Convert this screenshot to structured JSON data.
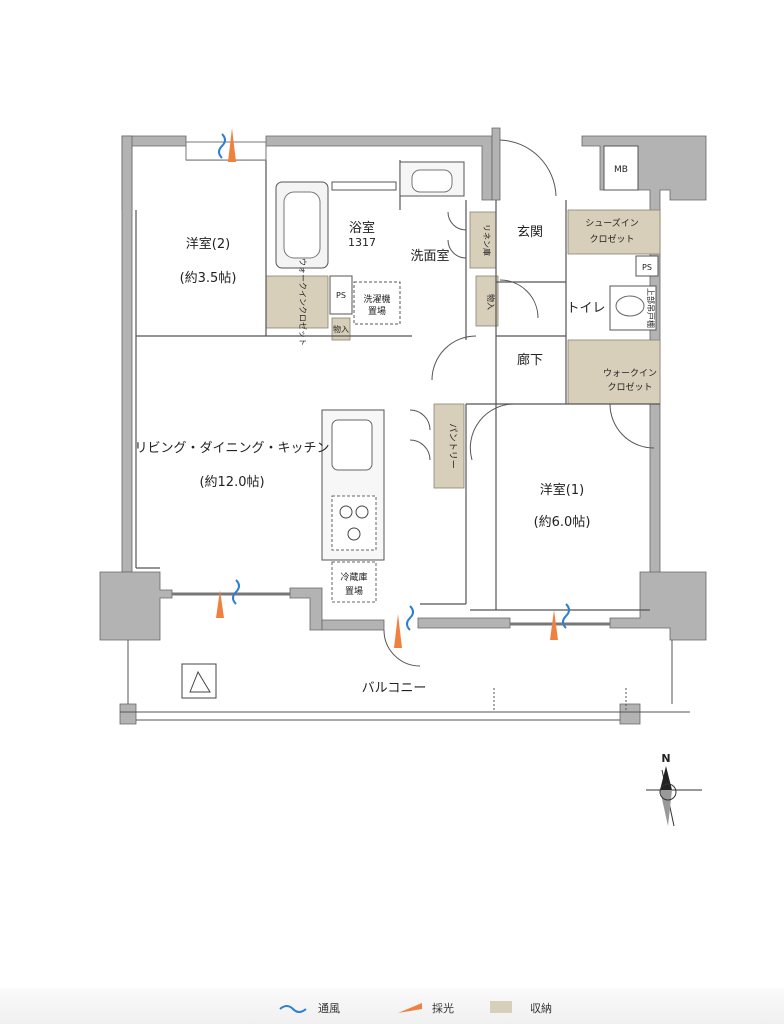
{
  "rooms": {
    "western2": {
      "name": "洋室(2)",
      "size": "(約3.5帖)"
    },
    "western1": {
      "name": "洋室(1)",
      "size": "(約6.0帖)"
    },
    "ldk": {
      "name": "リビング・ダイニング・キッチン",
      "size": "(約12.0帖)"
    },
    "bath": {
      "name": "浴室",
      "size": "1317"
    },
    "washroom": "洗面室",
    "entrance": "玄関",
    "toilet": "トイレ",
    "hallway": "廊下",
    "balcony": "バルコニー"
  },
  "storage": {
    "shoes_line1": "シューズイン",
    "shoes_line2": "クロゼット",
    "walkin_line1": "ウォークイン",
    "walkin_line2": "クロゼット",
    "walkin_small": "ウォークインクロゼット",
    "linen": "リネン庫",
    "pantry": "パントリー",
    "closet": "物入",
    "closet2": "物入",
    "upper_shelf": "上部吊戸棚"
  },
  "fixtures": {
    "washer_line1": "洗濯機",
    "washer_line2": "置場",
    "fridge_line1": "冷蔵庫",
    "fridge_line2": "置場",
    "ps1": "PS",
    "ps2": "PS",
    "mb": "MB"
  },
  "compass": {
    "north": "N"
  },
  "legend": {
    "ventilation": "通風",
    "light": "採光",
    "storage": "収納"
  },
  "colors": {
    "wall": "#b0b0b0",
    "storage": "#d8cfba",
    "ventilation": "#2e7fd0",
    "light": "#f08040"
  }
}
